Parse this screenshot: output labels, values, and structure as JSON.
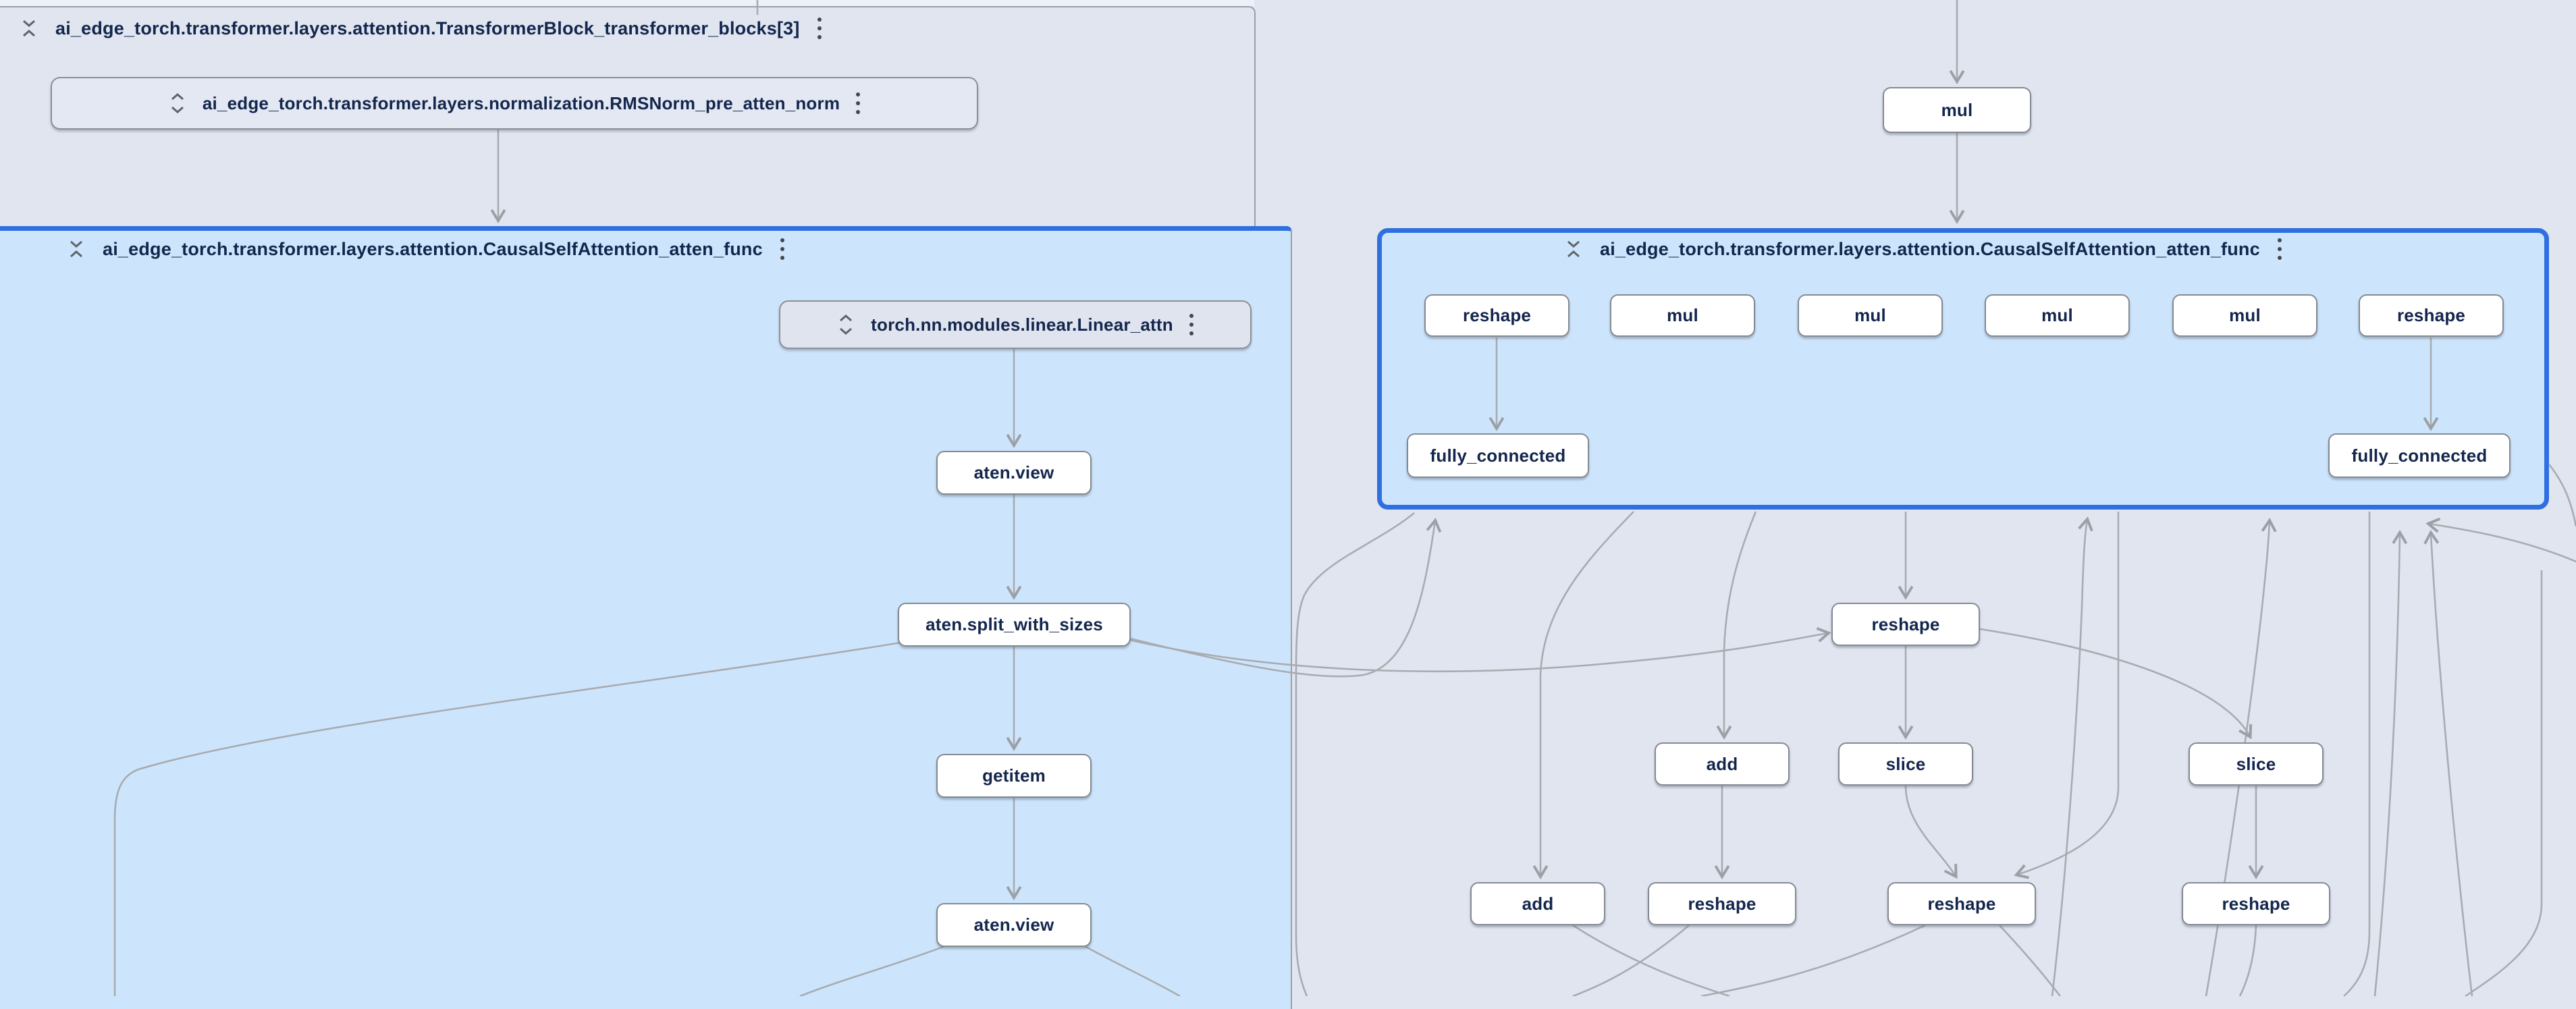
{
  "panels": {
    "transformer_block": {
      "title": "ai_edge_torch.transformer.layers.attention.TransformerBlock_transformer_blocks[3]"
    },
    "attn_left": {
      "title": "ai_edge_torch.transformer.layers.attention.CausalSelfAttention_atten_func"
    },
    "attn_right": {
      "title": "ai_edge_torch.transformer.layers.attention.CausalSelfAttention_atten_func"
    }
  },
  "group_nodes": [
    {
      "id": "rmsnorm",
      "label": "ai_edge_torch.transformer.layers.normalization.RMSNorm_pre_atten_norm"
    },
    {
      "id": "linear_attn",
      "label": "torch.nn.modules.linear.Linear_attn"
    }
  ],
  "op_nodes": [
    {
      "id": "mul_top",
      "label": "mul"
    },
    {
      "id": "aten_view_1",
      "label": "aten.view"
    },
    {
      "id": "split_sizes",
      "label": "aten.split_with_sizes"
    },
    {
      "id": "getitem",
      "label": "getitem"
    },
    {
      "id": "aten_view_2",
      "label": "aten.view"
    },
    {
      "id": "r_reshape_a",
      "label": "reshape"
    },
    {
      "id": "r_mul_1",
      "label": "mul"
    },
    {
      "id": "r_mul_2",
      "label": "mul"
    },
    {
      "id": "r_mul_3",
      "label": "mul"
    },
    {
      "id": "r_mul_4",
      "label": "mul"
    },
    {
      "id": "r_reshape_b",
      "label": "reshape"
    },
    {
      "id": "fc_left",
      "label": "fully_connected"
    },
    {
      "id": "fc_right",
      "label": "fully_connected"
    },
    {
      "id": "b_reshape_top",
      "label": "reshape"
    },
    {
      "id": "b_add_mid",
      "label": "add"
    },
    {
      "id": "b_slice_mid",
      "label": "slice"
    },
    {
      "id": "b_slice_right",
      "label": "slice"
    },
    {
      "id": "b_add_bot",
      "label": "add"
    },
    {
      "id": "b_reshape_1",
      "label": "reshape"
    },
    {
      "id": "b_reshape_2",
      "label": "reshape"
    },
    {
      "id": "b_reshape_3",
      "label": "reshape"
    }
  ],
  "colors": {
    "selected_border": "#2f6fe0",
    "selected_fill": "#cde5fc",
    "panel_fill": "#e0e5f0",
    "node_border": "#848a93",
    "edge": "#a8abb0",
    "text": "#13264d"
  }
}
